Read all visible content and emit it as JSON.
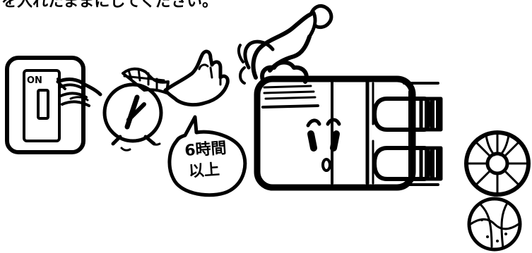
{
  "caption": {
    "text": "を入れたままにしてください。"
  },
  "switch": {
    "label": "ON"
  },
  "speech_bubble": {
    "line1": "6時間",
    "line2": "以上"
  }
}
